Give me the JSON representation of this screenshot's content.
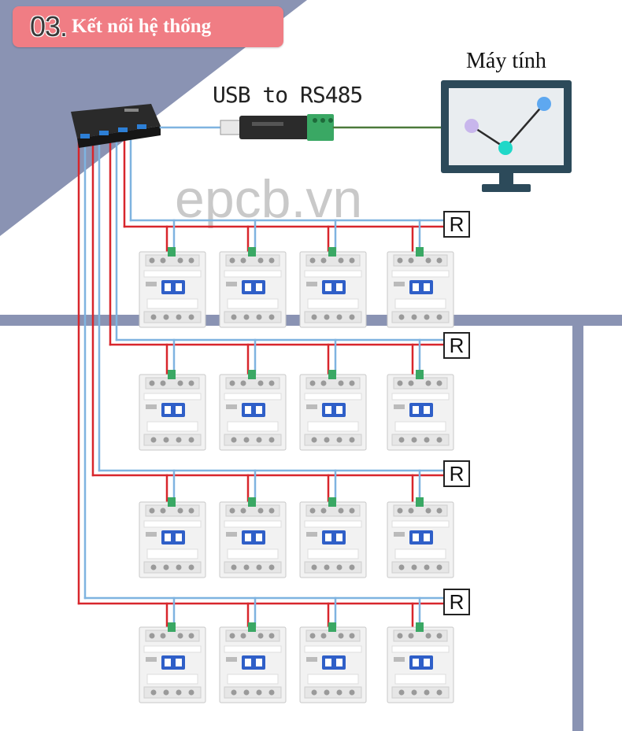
{
  "header": {
    "number": "03.",
    "title": "Kết nối hệ thống"
  },
  "converter": {
    "label": "USB to RS485"
  },
  "computer": {
    "label": "Máy tính"
  },
  "watermark": "epcb.vn",
  "resistors": [
    {
      "label": "R"
    },
    {
      "label": "R"
    },
    {
      "label": "R"
    },
    {
      "label": "R"
    }
  ],
  "layout_meta": {
    "rows": 4,
    "breakers_per_row": 4
  },
  "colors": {
    "background_panel": "#8a93b3",
    "title_badge": "#f07d84",
    "wire_red": "#d8262c",
    "wire_blue": "#7fb3e0",
    "wire_green": "#4c7a3a",
    "monitor_frame": "#2c4a5a",
    "terminal_green": "#3aa864"
  },
  "icons": [
    "usb-hub-icon",
    "usb-rs485-adapter-icon",
    "computer-monitor-icon",
    "circuit-breaker-icon"
  ]
}
